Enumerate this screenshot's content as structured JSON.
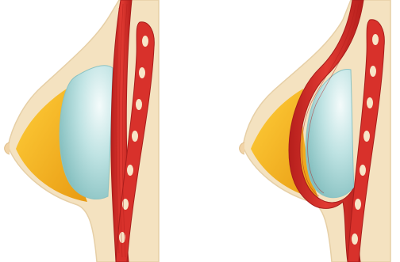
{
  "diagram": {
    "panels": [
      {
        "id": "left",
        "implant_placement": "subglandular"
      },
      {
        "id": "right",
        "implant_placement": "submuscular"
      }
    ],
    "colors": {
      "background": "#ffffff",
      "skin": "#f4e2c0",
      "skin_outline": "#e6cfa6",
      "fat_gland": "#f5b51d",
      "fat_gland_dark": "#e89a12",
      "implant": "#9fd3d3",
      "implant_highlight": "#e9f7f7",
      "muscle": "#d8312b",
      "muscle_dark": "#a81d1b",
      "rib_hole": "#f7e6c8"
    },
    "icons": [
      "breast-cross-section-subglandular-icon",
      "breast-cross-section-submuscular-icon"
    ]
  }
}
